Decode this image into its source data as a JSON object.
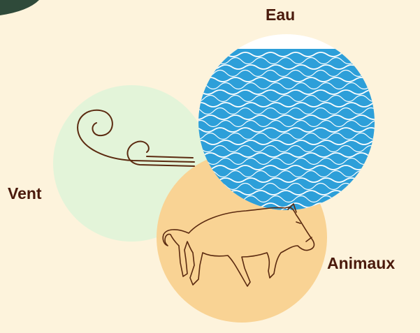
{
  "diagram": {
    "labels": {
      "water": "Eau",
      "wind": "Vent",
      "animals": "Animaux"
    },
    "circles": {
      "wind": {
        "icon": "wind-icon",
        "color": "#e3f4d9"
      },
      "animals": {
        "icon": "wild-boar-icon",
        "color": "#f9d394"
      },
      "water": {
        "icon": "water-waves-icon",
        "color": "#2d9fd9"
      }
    },
    "colors": {
      "background": "#fdf3dc",
      "label_text": "#4a1a0c",
      "corner_accent": "#2f4a3a",
      "line_art": "#5b2a10"
    }
  }
}
